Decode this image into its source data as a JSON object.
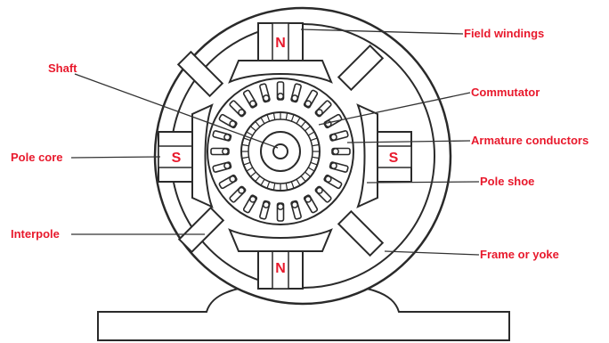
{
  "labels": {
    "field_windings": "Field windings",
    "commutator": "Commutator",
    "armature_conductors": "Armature conductors",
    "pole_shoe": "Pole shoe",
    "frame_or_yoke": "Frame or yoke",
    "shaft": "Shaft",
    "pole_core": "Pole core",
    "interpole": "Interpole"
  },
  "poles": {
    "top": "N",
    "bottom": "N",
    "left": "S",
    "right": "S"
  },
  "colors": {
    "label": "#e8192c",
    "line": "#333333",
    "stroke": "#2a2a2a"
  }
}
